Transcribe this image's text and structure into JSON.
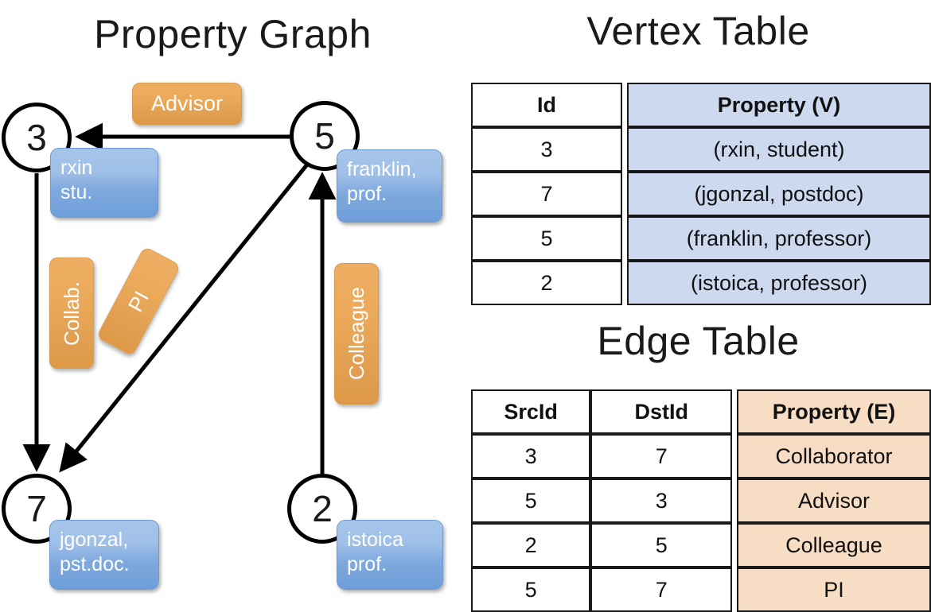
{
  "titles": {
    "property_graph": "Property Graph",
    "vertex_table": "Vertex Table",
    "edge_table": "Edge Table"
  },
  "colors": {
    "vertex_property_fill": "#ccd9ee",
    "edge_property_fill": "#f6ddc3",
    "node_box_blue": "#7fa9dd",
    "edge_label_orange": "#e2a052",
    "stroke": "#1a1a1a",
    "background": "#ffffff"
  },
  "graph": {
    "nodes": [
      {
        "id": "3",
        "name": "node-3",
        "property_line1": "rxin",
        "property_line2": "stu."
      },
      {
        "id": "5",
        "name": "node-5",
        "property_line1": "franklin,",
        "property_line2": "prof."
      },
      {
        "id": "7",
        "name": "node-7",
        "property_line1": "jgonzal,",
        "property_line2": "pst.doc."
      },
      {
        "id": "2",
        "name": "node-2",
        "property_line1": "istoica",
        "property_line2": "prof."
      }
    ],
    "edge_labels": [
      {
        "key": "advisor",
        "text": "Advisor",
        "from": "5",
        "to": "3"
      },
      {
        "key": "collab",
        "text": "Collab.",
        "from": "3",
        "to": "7"
      },
      {
        "key": "pi",
        "text": "PI",
        "from": "5",
        "to": "7"
      },
      {
        "key": "colleague",
        "text": "Colleague",
        "from": "2",
        "to": "5"
      }
    ]
  },
  "vertex_table": {
    "headers": [
      "Id",
      "Property (V)"
    ],
    "rows": [
      {
        "id": "3",
        "property": "(rxin, student)"
      },
      {
        "id": "7",
        "property": "(jgonzal, postdoc)"
      },
      {
        "id": "5",
        "property": "(franklin, professor)"
      },
      {
        "id": "2",
        "property": "(istoica, professor)"
      }
    ]
  },
  "edge_table": {
    "headers": [
      "SrcId",
      "DstId",
      "Property (E)"
    ],
    "rows": [
      {
        "src": "3",
        "dst": "7",
        "property": "Collaborator"
      },
      {
        "src": "5",
        "dst": "3",
        "property": "Advisor"
      },
      {
        "src": "2",
        "dst": "5",
        "property": "Colleague"
      },
      {
        "src": "5",
        "dst": "7",
        "property": "PI"
      }
    ]
  }
}
